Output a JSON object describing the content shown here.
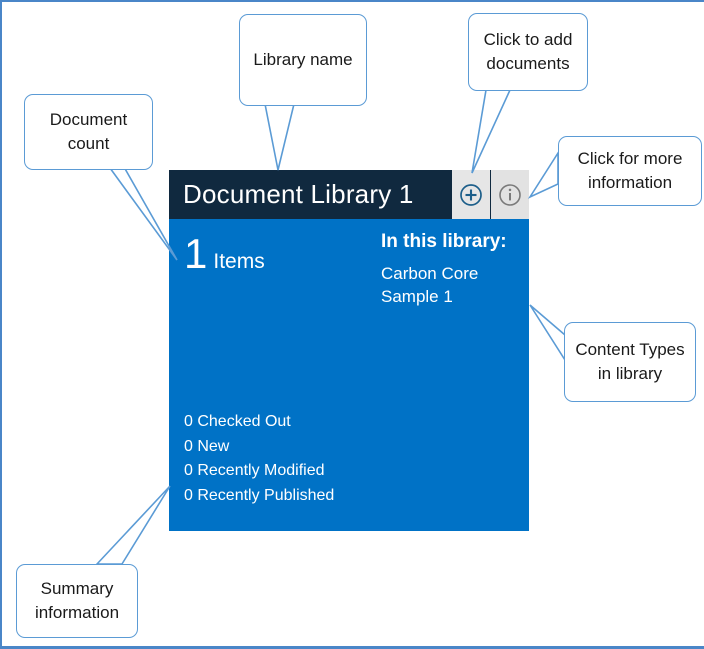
{
  "tile": {
    "title": "Document Library 1",
    "add_icon": "circle-plus-icon",
    "info_icon": "circle-info-icon",
    "count": {
      "number": "1",
      "label": "Items"
    },
    "library": {
      "heading": "In this library:",
      "content_types": [
        "Carbon Core Sample 1"
      ]
    },
    "summary": [
      "0 Checked Out",
      "0 New",
      "0 Recently Modified",
      "0 Recently Published"
    ]
  },
  "callouts": [
    {
      "id": "document-count",
      "text": "Document count"
    },
    {
      "id": "library-name",
      "text": "Library name"
    },
    {
      "id": "add-documents",
      "text": "Click to add documents"
    },
    {
      "id": "more-information",
      "text": "Click for more information"
    },
    {
      "id": "content-types",
      "text": "Content Types in library"
    },
    {
      "id": "summary",
      "text": "Summary information"
    }
  ],
  "colors": {
    "tile_header": "#10293f",
    "tile_body": "#0072c6",
    "callout_border": "#5b9bd5",
    "page_border": "#4a86c8",
    "icon_blue": "#1d5f8a",
    "icon_gray": "#7a7a7a",
    "button_bg": "#e6e6e6"
  }
}
